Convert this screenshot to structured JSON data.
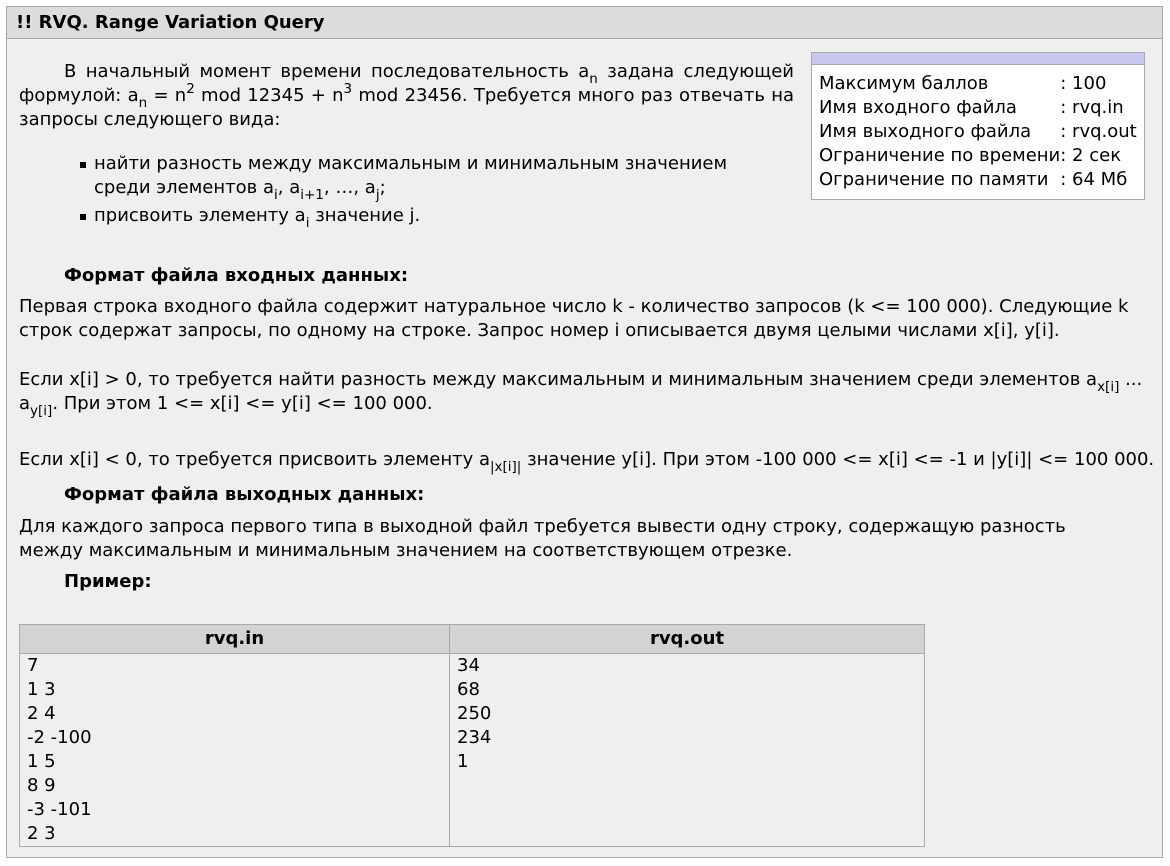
{
  "title": "!! RVQ. Range Variation Query",
  "intro": {
    "t1": "В начальный момент времени последовательность a",
    "t1_sub": "n",
    "t2": " задана следующей формулой: a",
    "t2_sub": "n",
    "t3": " = n",
    "t3_sup": "2",
    "t4": " mod 12345 + n",
    "t4_sup": "3",
    "t5": " mod 23456. Требуется много раз отвечать на запросы следующего вида:"
  },
  "bullets": {
    "b1_a": "найти разность между максимальным и минимальным значением среди элементов a",
    "b1_sub1": "i",
    "b1_b": ", a",
    "b1_sub2": "i+1",
    "b1_c": ", …, a",
    "b1_sub3": "j",
    "b1_d": ";",
    "b2_a": "присвоить элементу a",
    "b2_sub": "i",
    "b2_b": " значение j."
  },
  "info": [
    {
      "key": "Максимум баллов",
      "value": ": 100"
    },
    {
      "key": "Имя входного файла",
      "value": ": rvq.in"
    },
    {
      "key": "Имя выходного файла",
      "value": ": rvq.out"
    },
    {
      "key": "Ограничение по времени",
      "value": ": 2 сек"
    },
    {
      "key": "Ограничение по памяти",
      "value": ": 64 Мб"
    }
  ],
  "input_heading": "Формат файла входных данных:",
  "input_p1": "Первая строка входного файла содержит натуральное число k - количество запросов (k <= 100 000). Следующие k строк содержат запросы, по одному на строке. Запрос номер i описывается двумя целыми числами x[i], y[i].",
  "input_p2": {
    "a": "Если x[i] > 0, то требуется найти разность между максимальным и минимальным значением среди элементов a",
    "sub1": "x[i]",
    "b": " ...",
    "c": "a",
    "sub2": "y[i]",
    "d": ". При этом 1 <= x[i] <= y[i] <= 100 000."
  },
  "input_p3": {
    "a": "Если x[i] < 0, то требуется присвоить элементу a",
    "sub": "|x[i]|",
    "b": " значение y[i]. При этом -100 000 <= x[i] <= -1 и |y[i]| <= 100 000."
  },
  "output_heading": "Формат файла выходных данных:",
  "output_p": "Для каждого запроса первого типа в выходной файл требуется вывести одну строку, содержащую разность между максимальным и минимальным значением на соответствующем отрезке.",
  "example_heading": "Пример:",
  "sample": {
    "in_header": "rvq.in",
    "out_header": "rvq.out",
    "in_lines": [
      "7",
      "1 3",
      "2 4",
      "-2 -100",
      "1 5",
      "8 9",
      "-3 -101",
      "2 3"
    ],
    "out_lines": [
      "34",
      "68",
      "250",
      "234",
      "1"
    ]
  }
}
